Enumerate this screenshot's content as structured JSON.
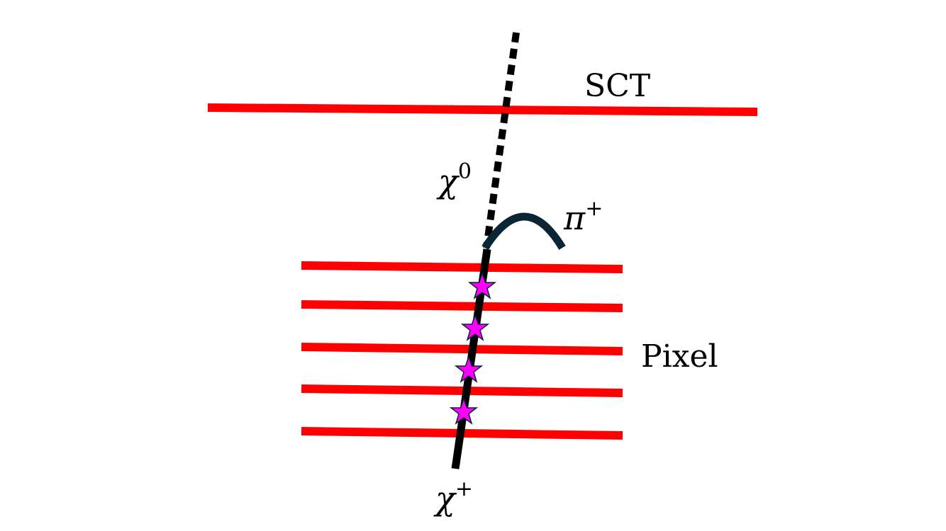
{
  "labels": {
    "sct": "SCT",
    "pixel": "Pixel",
    "neutralino": {
      "base": "χ",
      "sup": "0"
    },
    "pion": {
      "base": "π",
      "sup": "+"
    },
    "chargino": {
      "base": "χ",
      "sup": "+"
    }
  },
  "colors": {
    "detector_layer": "#ff0000",
    "track": "#000000",
    "pion_track": "#0a2533",
    "hit_star": "#ff00ff"
  },
  "pixel_layer_count": 5,
  "hit_count": 4
}
